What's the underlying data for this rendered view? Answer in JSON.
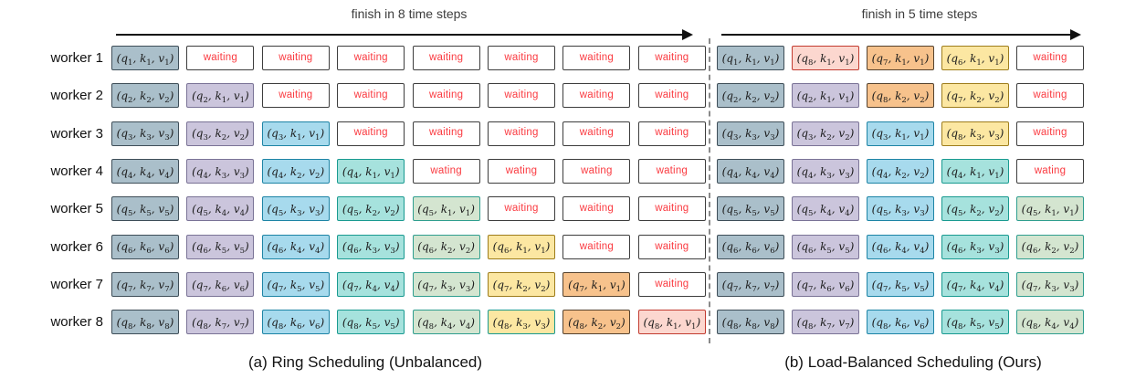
{
  "header": {
    "left_arrow_label": "finish in 8 time steps",
    "right_arrow_label": "finish in 5 time steps"
  },
  "workers": [
    "worker 1",
    "worker 2",
    "worker 3",
    "worker 4",
    "worker 5",
    "worker 6",
    "worker 7",
    "worker 8"
  ],
  "colors": {
    "slate": {
      "fill": "#aabfca",
      "border": "#3e4e58"
    },
    "lavender": {
      "fill": "#cbc5dc",
      "border": "#7a7396"
    },
    "blue": {
      "fill": "#a7daed",
      "border": "#1d84a5"
    },
    "teal": {
      "fill": "#a6e2dd",
      "border": "#199a90"
    },
    "green": {
      "fill": "#d4e5d0",
      "border": "#2f9e8f"
    },
    "yellow": {
      "fill": "#fce7a2",
      "border": "#9e7d1c"
    },
    "yellow_teal": {
      "fill": "#fce7a2",
      "border": "#199a90"
    },
    "orange": {
      "fill": "#f7c28c",
      "border": "#55422e"
    },
    "pink": {
      "fill": "#fcd7cf",
      "border": "#c23b30"
    },
    "waiting": {
      "fill": "#ffffff",
      "border": "#3d3d3d",
      "text": "#fa3a40"
    }
  },
  "panels": {
    "left": {
      "caption": "(a) Ring Scheduling (Unbalanced)",
      "time_steps": 8,
      "rows": [
        [
          {
            "tuple": [
              1,
              1,
              1
            ],
            "color": "slate"
          },
          {
            "waiting": "waiting"
          },
          {
            "waiting": "waiting"
          },
          {
            "waiting": "waiting"
          },
          {
            "waiting": "waiting"
          },
          {
            "waiting": "waiting"
          },
          {
            "waiting": "waiting"
          },
          {
            "waiting": "waiting"
          }
        ],
        [
          {
            "tuple": [
              2,
              2,
              2
            ],
            "color": "slate"
          },
          {
            "tuple": [
              2,
              1,
              1
            ],
            "color": "lavender"
          },
          {
            "waiting": "waiting"
          },
          {
            "waiting": "waiting"
          },
          {
            "waiting": "waiting"
          },
          {
            "waiting": "waiting"
          },
          {
            "waiting": "waiting"
          },
          {
            "waiting": "waiting"
          }
        ],
        [
          {
            "tuple": [
              3,
              3,
              3
            ],
            "color": "slate"
          },
          {
            "tuple": [
              3,
              2,
              2
            ],
            "color": "lavender"
          },
          {
            "tuple": [
              3,
              1,
              1
            ],
            "color": "blue"
          },
          {
            "waiting": "waiting"
          },
          {
            "waiting": "waiting"
          },
          {
            "waiting": "waiting"
          },
          {
            "waiting": "waiting"
          },
          {
            "waiting": "waiting"
          }
        ],
        [
          {
            "tuple": [
              4,
              4,
              4
            ],
            "color": "slate"
          },
          {
            "tuple": [
              4,
              3,
              3
            ],
            "color": "lavender"
          },
          {
            "tuple": [
              4,
              2,
              2
            ],
            "color": "blue"
          },
          {
            "tuple": [
              4,
              1,
              1
            ],
            "color": "teal"
          },
          {
            "waiting": "wating"
          },
          {
            "waiting": "wating"
          },
          {
            "waiting": "wating"
          },
          {
            "waiting": "wating"
          }
        ],
        [
          {
            "tuple": [
              5,
              5,
              5
            ],
            "color": "slate"
          },
          {
            "tuple": [
              5,
              4,
              4
            ],
            "color": "lavender"
          },
          {
            "tuple": [
              5,
              3,
              3
            ],
            "color": "blue"
          },
          {
            "tuple": [
              5,
              2,
              2
            ],
            "color": "teal"
          },
          {
            "tuple": [
              5,
              1,
              1
            ],
            "color": "green"
          },
          {
            "waiting": "waiting"
          },
          {
            "waiting": "waiting"
          },
          {
            "waiting": "waiting"
          }
        ],
        [
          {
            "tuple": [
              6,
              6,
              6
            ],
            "color": "slate"
          },
          {
            "tuple": [
              6,
              5,
              5
            ],
            "color": "lavender"
          },
          {
            "tuple": [
              6,
              4,
              4
            ],
            "color": "blue"
          },
          {
            "tuple": [
              6,
              3,
              3
            ],
            "color": "teal"
          },
          {
            "tuple": [
              6,
              2,
              2
            ],
            "color": "green"
          },
          {
            "tuple": [
              6,
              1,
              1
            ],
            "color": "yellow"
          },
          {
            "waiting": "waiting"
          },
          {
            "waiting": "waiting"
          }
        ],
        [
          {
            "tuple": [
              7,
              7,
              7
            ],
            "color": "slate"
          },
          {
            "tuple": [
              7,
              6,
              6
            ],
            "color": "lavender"
          },
          {
            "tuple": [
              7,
              5,
              5
            ],
            "color": "blue"
          },
          {
            "tuple": [
              7,
              4,
              4
            ],
            "color": "teal"
          },
          {
            "tuple": [
              7,
              3,
              3
            ],
            "color": "green"
          },
          {
            "tuple": [
              7,
              2,
              2
            ],
            "color": "yellow"
          },
          {
            "tuple": [
              7,
              1,
              1
            ],
            "color": "orange"
          },
          {
            "waiting": "waiting"
          }
        ],
        [
          {
            "tuple": [
              8,
              8,
              8
            ],
            "color": "slate"
          },
          {
            "tuple": [
              8,
              7,
              7
            ],
            "color": "lavender"
          },
          {
            "tuple": [
              8,
              6,
              6
            ],
            "color": "blue"
          },
          {
            "tuple": [
              8,
              5,
              5
            ],
            "color": "teal"
          },
          {
            "tuple": [
              8,
              4,
              4
            ],
            "color": "green"
          },
          {
            "tuple": [
              8,
              3,
              3
            ],
            "color": "yellow_teal"
          },
          {
            "tuple": [
              8,
              2,
              2
            ],
            "color": "orange"
          },
          {
            "tuple": [
              8,
              1,
              1
            ],
            "color": "pink"
          }
        ]
      ]
    },
    "right": {
      "caption": "(b) Load-Balanced Scheduling (Ours)",
      "time_steps": 5,
      "rows": [
        [
          {
            "tuple": [
              1,
              1,
              1
            ],
            "color": "slate"
          },
          {
            "tuple": [
              8,
              1,
              1
            ],
            "color": "pink"
          },
          {
            "tuple": [
              7,
              1,
              1
            ],
            "color": "orange"
          },
          {
            "tuple": [
              6,
              1,
              1
            ],
            "color": "yellow"
          },
          {
            "waiting": "waiting"
          }
        ],
        [
          {
            "tuple": [
              2,
              2,
              2
            ],
            "color": "slate"
          },
          {
            "tuple": [
              2,
              1,
              1
            ],
            "color": "lavender"
          },
          {
            "tuple": [
              8,
              2,
              2
            ],
            "color": "orange"
          },
          {
            "tuple": [
              7,
              2,
              2
            ],
            "color": "yellow"
          },
          {
            "waiting": "waiting"
          }
        ],
        [
          {
            "tuple": [
              3,
              3,
              3
            ],
            "color": "slate"
          },
          {
            "tuple": [
              3,
              2,
              2
            ],
            "color": "lavender"
          },
          {
            "tuple": [
              3,
              1,
              1
            ],
            "color": "blue"
          },
          {
            "tuple": [
              8,
              3,
              3
            ],
            "color": "yellow"
          },
          {
            "waiting": "waiting"
          }
        ],
        [
          {
            "tuple": [
              4,
              4,
              4
            ],
            "color": "slate"
          },
          {
            "tuple": [
              4,
              3,
              3
            ],
            "color": "lavender"
          },
          {
            "tuple": [
              4,
              2,
              2
            ],
            "color": "blue"
          },
          {
            "tuple": [
              4,
              1,
              1
            ],
            "color": "teal"
          },
          {
            "waiting": "wating"
          }
        ],
        [
          {
            "tuple": [
              5,
              5,
              5
            ],
            "color": "slate"
          },
          {
            "tuple": [
              5,
              4,
              4
            ],
            "color": "lavender"
          },
          {
            "tuple": [
              5,
              3,
              3
            ],
            "color": "blue"
          },
          {
            "tuple": [
              5,
              2,
              2
            ],
            "color": "teal"
          },
          {
            "tuple": [
              5,
              1,
              1
            ],
            "color": "green"
          }
        ],
        [
          {
            "tuple": [
              6,
              6,
              6
            ],
            "color": "slate"
          },
          {
            "tuple": [
              6,
              5,
              5
            ],
            "color": "lavender"
          },
          {
            "tuple": [
              6,
              4,
              4
            ],
            "color": "blue"
          },
          {
            "tuple": [
              6,
              3,
              3
            ],
            "color": "teal"
          },
          {
            "tuple": [
              6,
              2,
              2
            ],
            "color": "green"
          }
        ],
        [
          {
            "tuple": [
              7,
              7,
              7
            ],
            "color": "slate"
          },
          {
            "tuple": [
              7,
              6,
              6
            ],
            "color": "lavender"
          },
          {
            "tuple": [
              7,
              5,
              5
            ],
            "color": "blue"
          },
          {
            "tuple": [
              7,
              4,
              4
            ],
            "color": "teal"
          },
          {
            "tuple": [
              7,
              3,
              3
            ],
            "color": "green"
          }
        ],
        [
          {
            "tuple": [
              8,
              8,
              8
            ],
            "color": "slate"
          },
          {
            "tuple": [
              8,
              7,
              7
            ],
            "color": "lavender"
          },
          {
            "tuple": [
              8,
              6,
              6
            ],
            "color": "blue"
          },
          {
            "tuple": [
              8,
              5,
              5
            ],
            "color": "teal"
          },
          {
            "tuple": [
              8,
              4,
              4
            ],
            "color": "green"
          }
        ]
      ]
    }
  }
}
